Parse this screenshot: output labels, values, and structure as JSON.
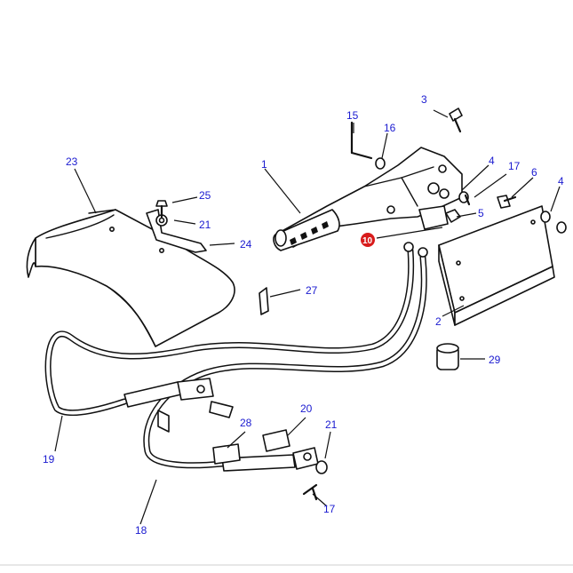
{
  "colors": {
    "label": "#1a1ad0",
    "highlight": "#d81b1b",
    "line": "#111111",
    "background": "#ffffff"
  },
  "callouts": {
    "c1": "1",
    "c2": "2",
    "c3": "3",
    "c4a": "4",
    "c4b": "4",
    "c5": "5",
    "c6": "6",
    "c10": "10",
    "c15": "15",
    "c16": "16",
    "c17a": "17",
    "c17b": "17",
    "c18": "18",
    "c19": "19",
    "c20": "20",
    "c21a": "21",
    "c21b": "21",
    "c23": "23",
    "c24": "24",
    "c25": "25",
    "c27": "27",
    "c28": "28",
    "c29": "29"
  }
}
